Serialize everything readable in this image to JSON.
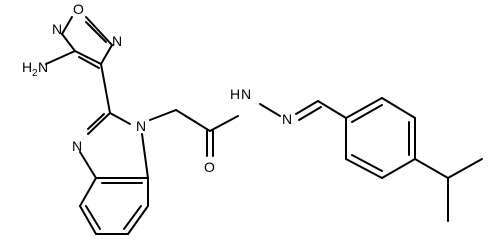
{
  "structure": {
    "atom_labels": {
      "o_furazan": "O",
      "n_furazan_left": "N",
      "n_furazan_right": "N",
      "amine": "H",
      "amine_sub": "2",
      "amine_n": "N",
      "n_imidazole_top": "N",
      "n_imidazole_left": "N",
      "carbonyl_o": "O",
      "hydrazide_nh": "N",
      "hydrazide_h": "H",
      "imine_n": "N"
    }
  }
}
